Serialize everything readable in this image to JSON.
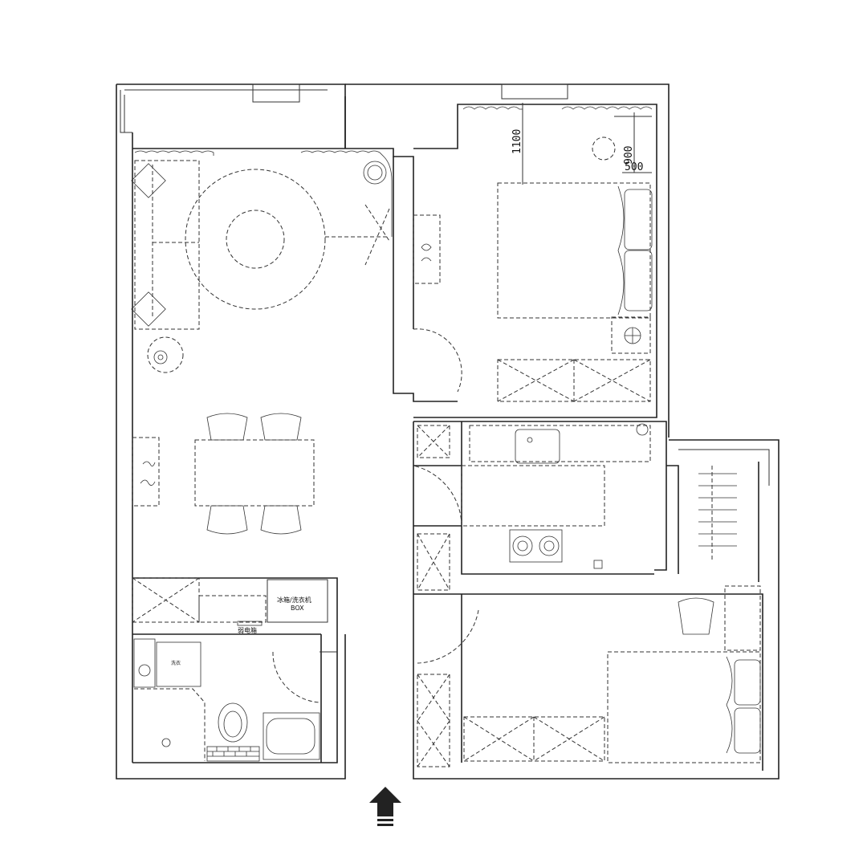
{
  "dimensions": {
    "bed_clearance": "1100",
    "nightstand_depth": "900",
    "nightstand_width": "500"
  },
  "labels": {
    "counter_appliance": "冰箱/洗衣机",
    "counter_appliance_sub": "BOX",
    "counter_note": "弱电箱",
    "washer": "洗衣"
  },
  "icons": {
    "entrance": "entrance-arrow-icon"
  }
}
